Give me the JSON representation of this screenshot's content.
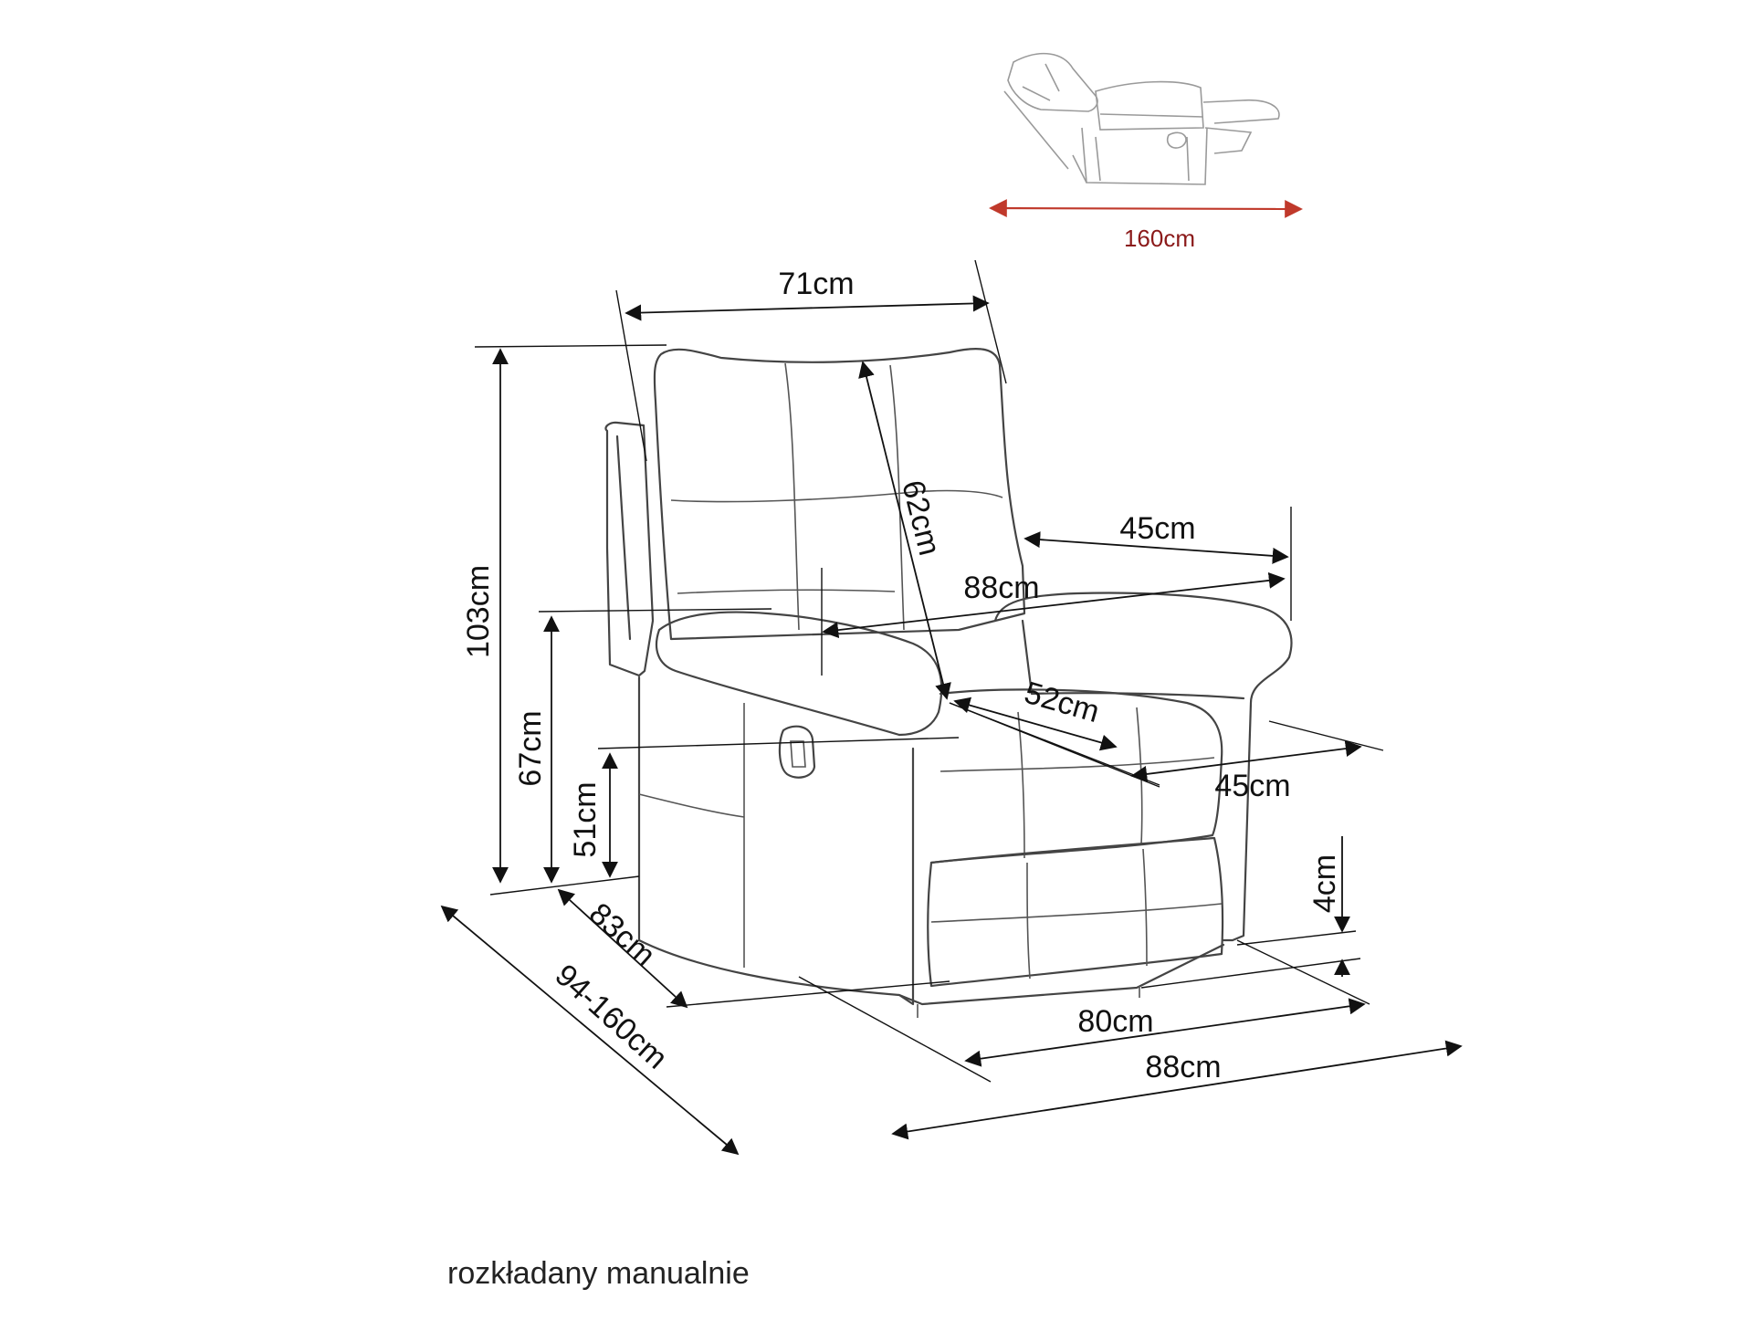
{
  "recline_preview": {
    "width_label": "160cm",
    "accent_color": "#c0392b"
  },
  "dimensions": {
    "back_width": "71cm",
    "total_height": "103cm",
    "backrest_height": "62cm",
    "armrest_depth": "45cm",
    "total_depth_top": "88cm",
    "armrest_height": "67cm",
    "seat_height": "51cm",
    "seat_depth": "52cm",
    "seat_width": "45cm",
    "leg_height": "4cm",
    "base_depth": "83cm",
    "reclined_depth": "94-160cm",
    "base_width": "80cm",
    "total_width": "88cm"
  },
  "caption": "rozkładany manualnie"
}
